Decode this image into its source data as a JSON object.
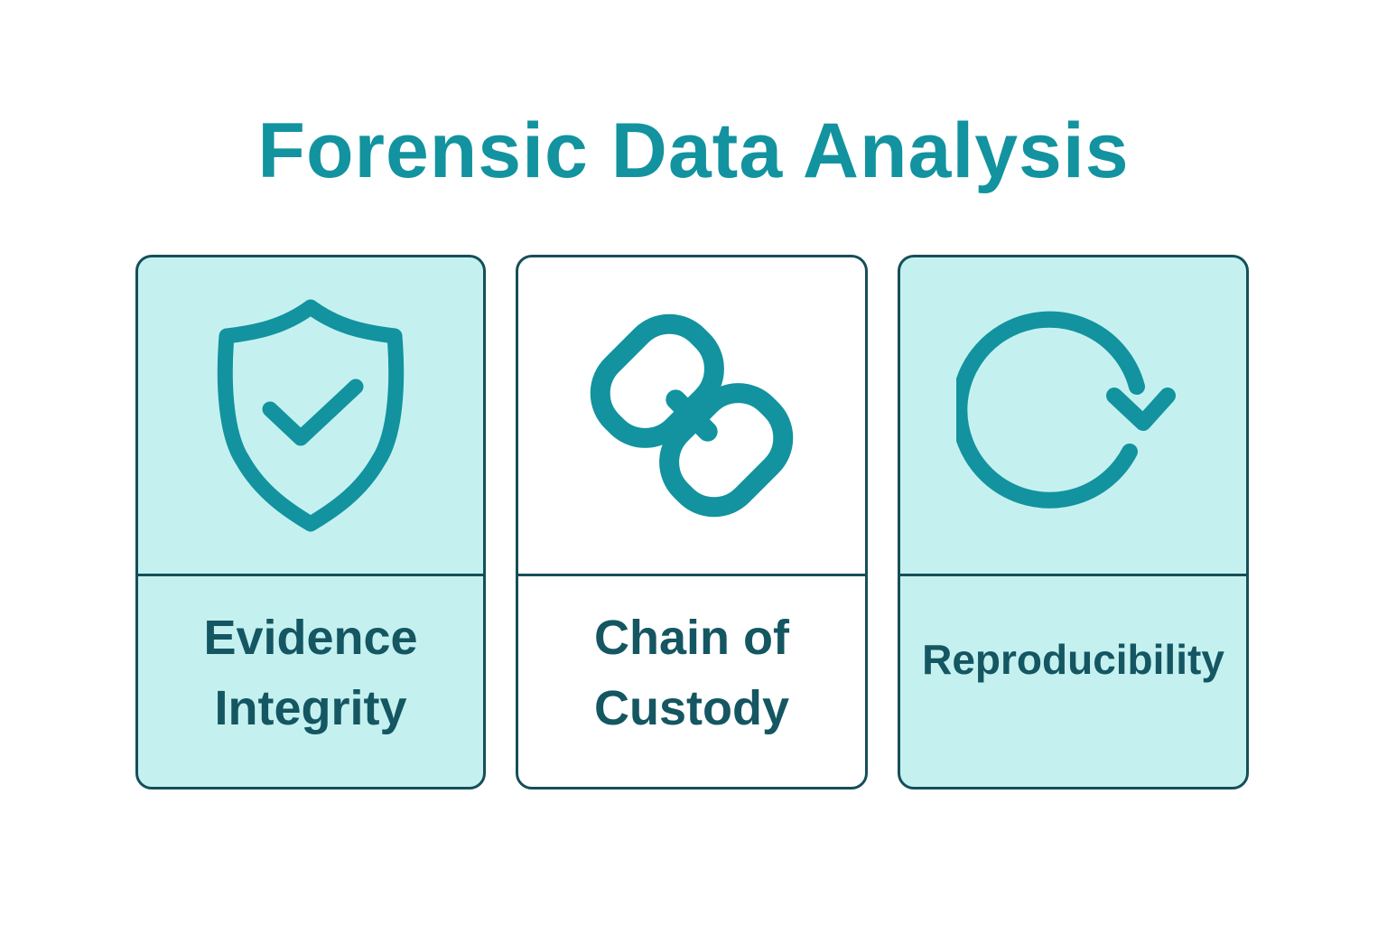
{
  "title": "Forensic Data Analysis",
  "colors": {
    "accent": "#12939f",
    "border": "#154f59",
    "label_text": "#145661",
    "card_fill_teal": "#c4f1f0",
    "card_fill_white": "#ffffff"
  },
  "cards": [
    {
      "icon": "shield-check-icon",
      "label_line1": "Evidence",
      "label_line2": "Integrity",
      "fill": "teal"
    },
    {
      "icon": "chain-link-icon",
      "label_line1": "Chain of",
      "label_line2": "Custody",
      "fill": "white"
    },
    {
      "icon": "refresh-arrow-icon",
      "label_line1": "Reproducibility",
      "fill": "teal"
    }
  ]
}
